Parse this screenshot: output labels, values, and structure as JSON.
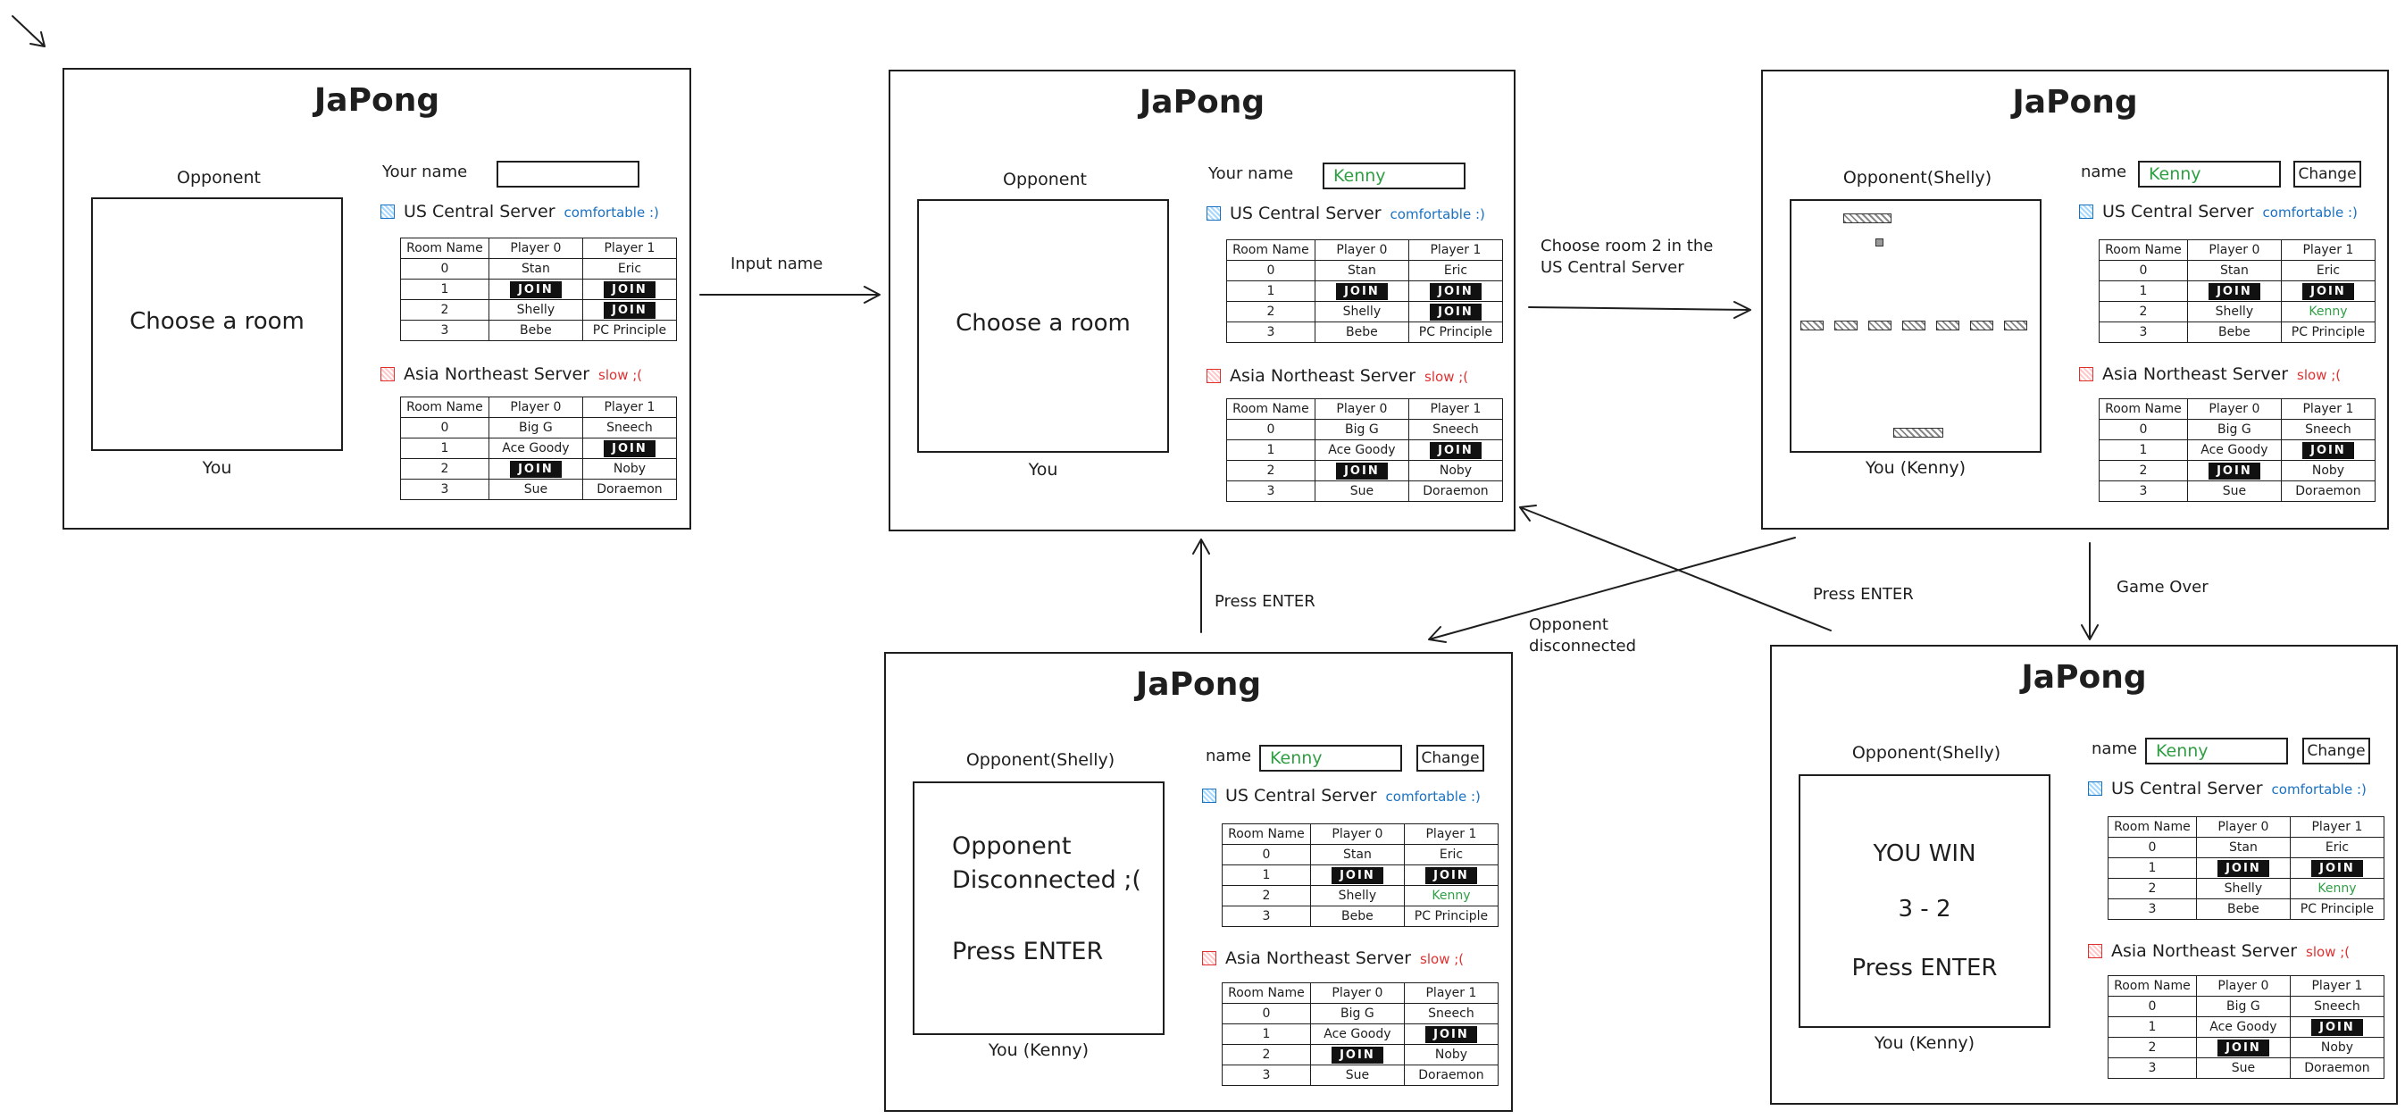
{
  "colors": {
    "comfortable": "#1971c2",
    "slow": "#e03131",
    "name_green": "#2f9e44",
    "us_square": "#1971c2",
    "asia_square": "#e03131"
  },
  "app_title": "JaPong",
  "screens": {
    "s1": {
      "opponent": "Opponent",
      "you": "You",
      "name_label": "Your name",
      "name_value": "",
      "box_message": "Choose a room"
    },
    "s2": {
      "opponent": "Opponent",
      "you": "You",
      "name_label": "Your name",
      "name_value": "Kenny",
      "box_message": "Choose a room"
    },
    "s3": {
      "opponent": "Opponent(Shelly)",
      "you": "You (Kenny)",
      "name_label": "name",
      "name_value": "Kenny",
      "change": "Change"
    },
    "s4": {
      "opponent": "Opponent(Shelly)",
      "you": "You (Kenny)",
      "name_label": "name",
      "name_value": "Kenny",
      "change": "Change",
      "msg1": "Opponent",
      "msg2": "Disconnected ;(",
      "msg3": "Press ENTER"
    },
    "s5": {
      "opponent": "Opponent(Shelly)",
      "you": "You (Kenny)",
      "name_label": "name",
      "name_value": "Kenny",
      "change": "Change",
      "msg1": "YOU WIN",
      "score": "3 - 2",
      "msg3": "Press ENTER"
    }
  },
  "servers": {
    "us": {
      "name": "US Central Server",
      "status": "comfortable :)",
      "icon": "blue-hatched-square-icon"
    },
    "asia": {
      "name": "Asia Northeast Server",
      "status": "slow ;(",
      "icon": "red-hatched-square-icon"
    }
  },
  "table_headers": [
    "Room Name",
    "Player 0",
    "Player 1"
  ],
  "join_label": "JOIN",
  "us_rows": [
    [
      "0",
      "Stan",
      "Eric"
    ],
    [
      "1",
      "JOIN",
      "JOIN"
    ],
    [
      "2",
      "Shelly",
      "JOIN"
    ],
    [
      "3",
      "Bebe",
      "PC Principle"
    ]
  ],
  "us_rows_joined": [
    [
      "0",
      "Stan",
      "Eric"
    ],
    [
      "1",
      "JOIN",
      "JOIN"
    ],
    [
      "2",
      "Shelly",
      "Kenny"
    ],
    [
      "3",
      "Bebe",
      "PC Principle"
    ]
  ],
  "asia_rows": [
    [
      "0",
      "Big G",
      "Sneech"
    ],
    [
      "1",
      "Ace Goody",
      "JOIN"
    ],
    [
      "2",
      "JOIN",
      "Noby"
    ],
    [
      "3",
      "Sue",
      "Doraemon"
    ]
  ],
  "edges": {
    "input_name": "Input name",
    "choose_room_1": "Choose room 2 in the",
    "choose_room_2": "US Central Server",
    "game_over": "Game Over",
    "press_enter_a": "Press ENTER",
    "press_enter_b": "Press ENTER",
    "opp_disc_1": "Opponent",
    "opp_disc_2": "disconnected"
  }
}
